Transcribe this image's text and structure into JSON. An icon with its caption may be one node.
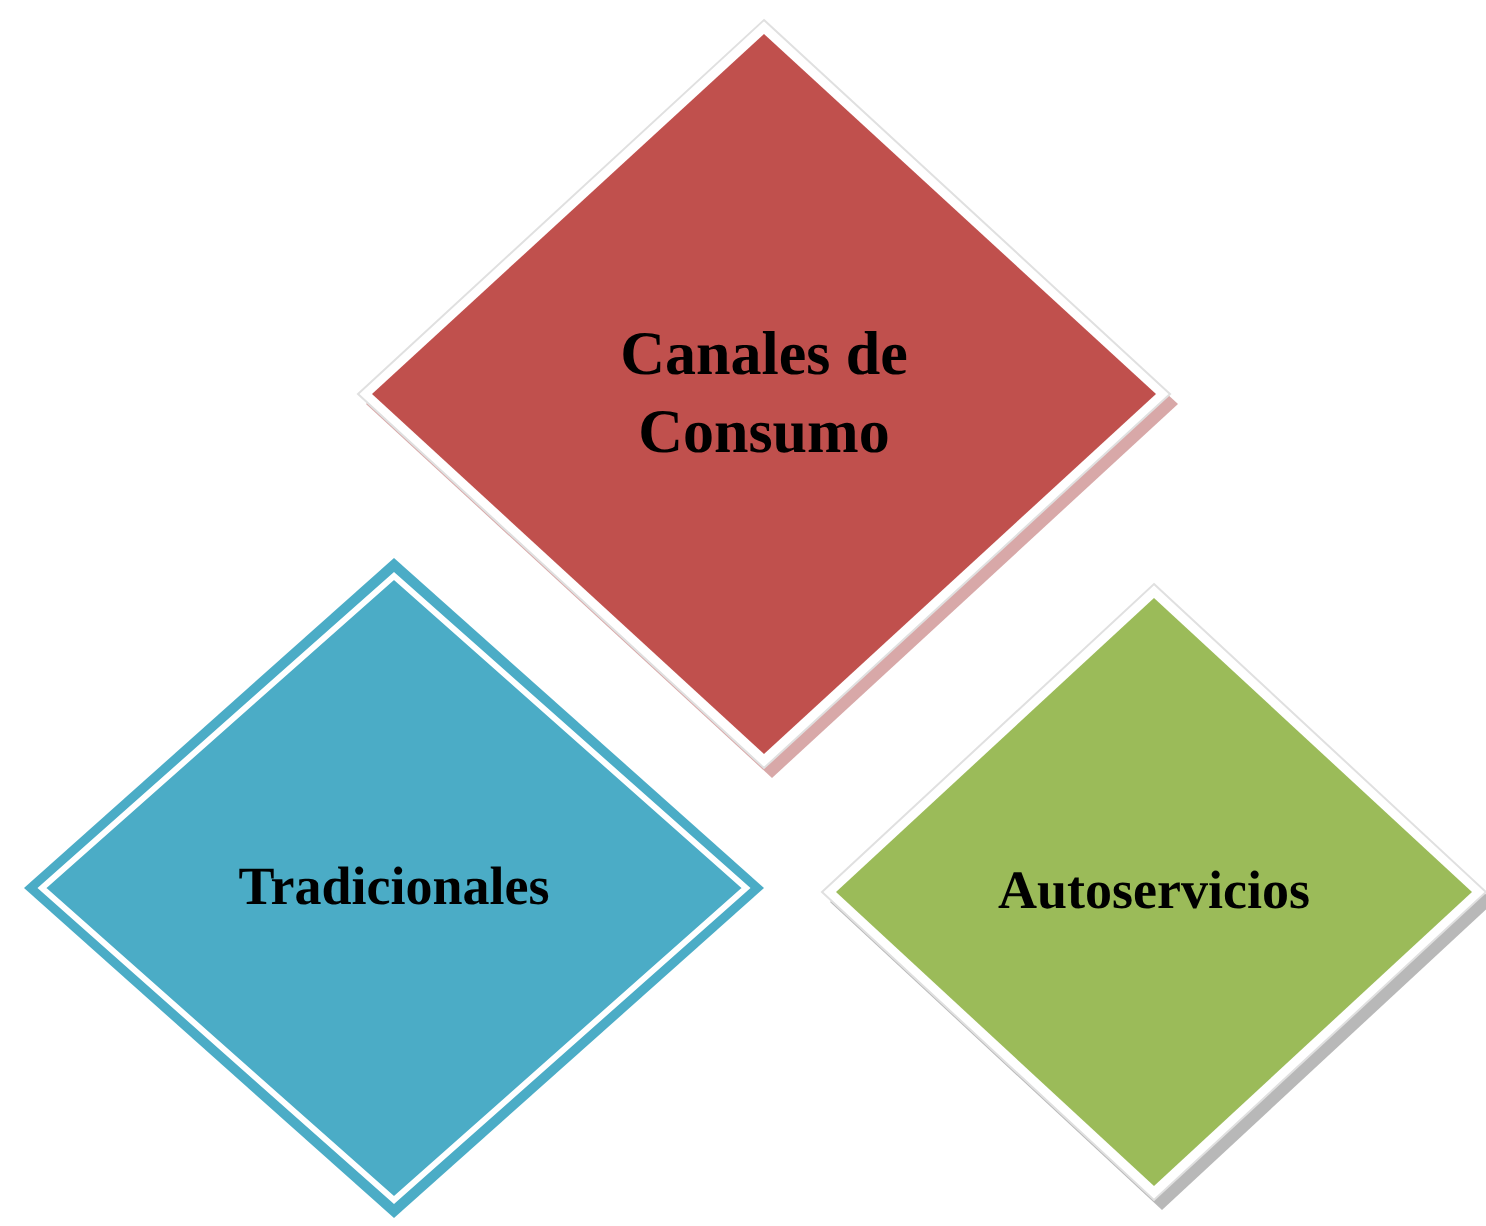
{
  "diagram": {
    "nodes": [
      {
        "text": [
          "Canales de Consumo"
        ]
      },
      {
        "text": [
          "Tradicionales"
        ]
      },
      {
        "text": [
          "Autoservicios"
        ]
      }
    ]
  }
}
